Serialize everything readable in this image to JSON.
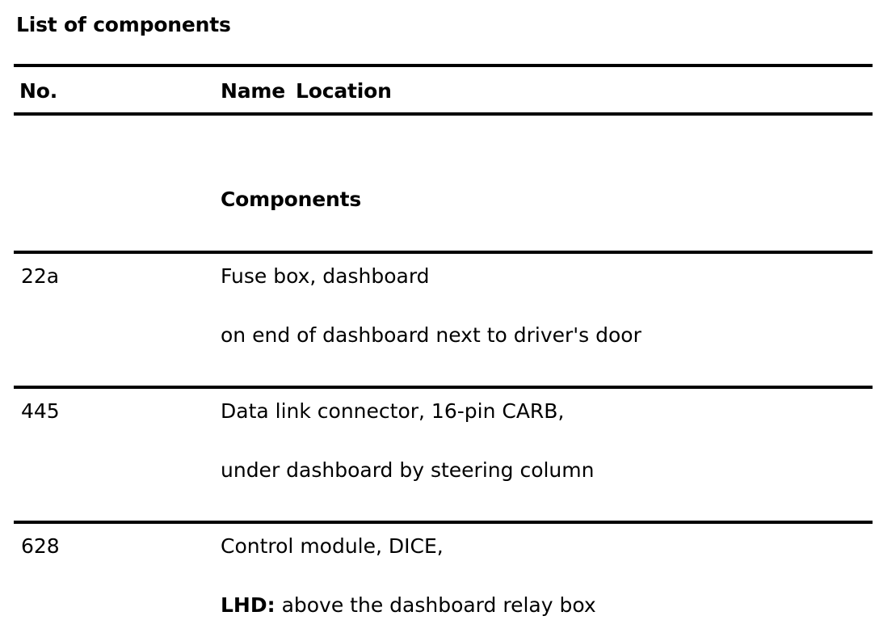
{
  "document": {
    "title": "List of components"
  },
  "table": {
    "headers": {
      "no": "No.",
      "name": "Name",
      "location": "Location"
    },
    "section_heading": "Components",
    "rows": [
      {
        "no": "22a",
        "name": "Fuse box, dashboard",
        "location_prefix": "",
        "location": "on end of dashboard next to driver's door"
      },
      {
        "no": "445",
        "name": "Data link connector, 16-pin CARB,",
        "location_prefix": "",
        "location": "under dashboard by steering column"
      },
      {
        "no": "628",
        "name": "Control module, DICE,",
        "location_prefix": "LHD:",
        "location": "above the dashboard relay box"
      }
    ]
  },
  "style": {
    "text_color": "#000000",
    "background_color": "#ffffff",
    "rule_color": "#000000"
  }
}
